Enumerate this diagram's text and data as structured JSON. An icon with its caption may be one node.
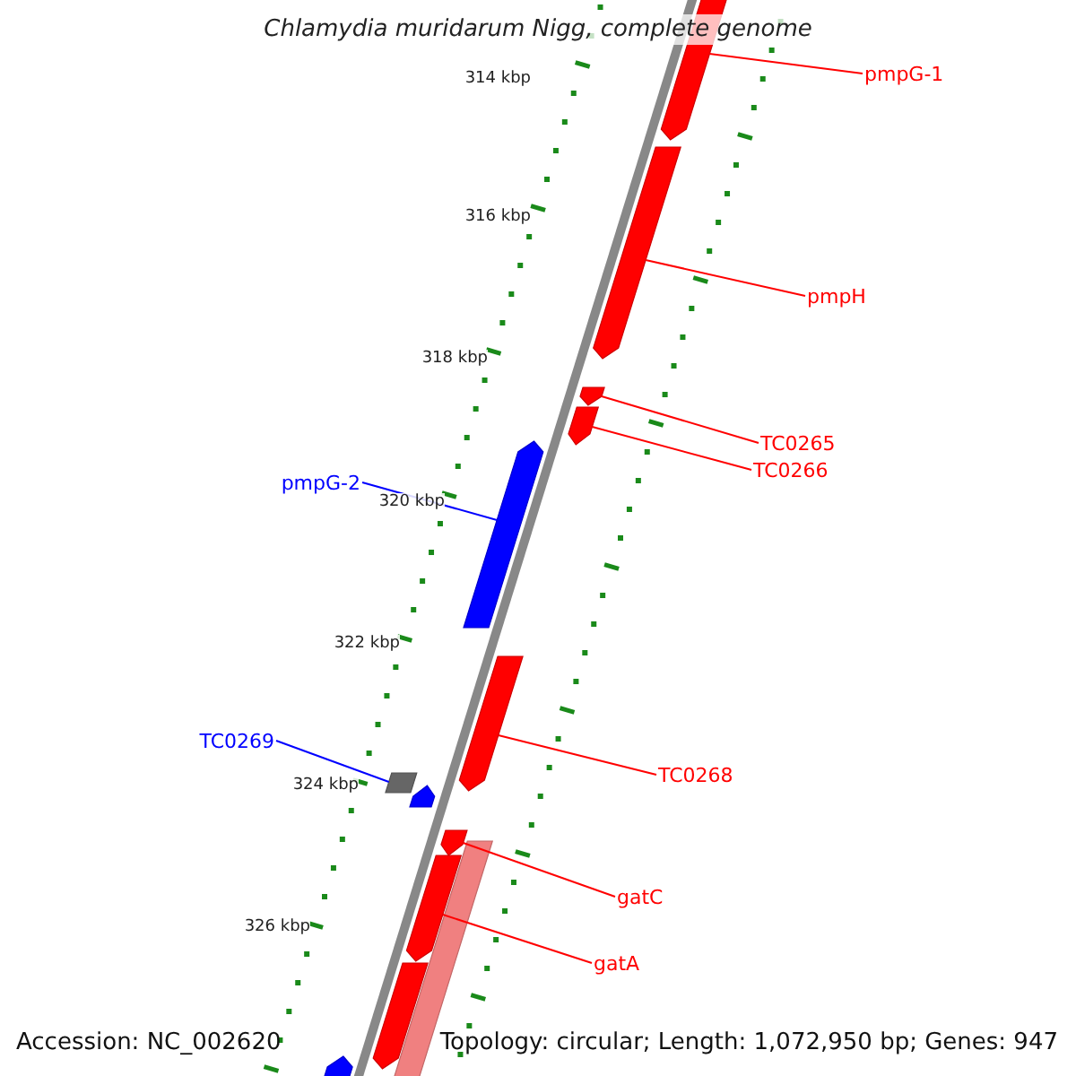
{
  "diagram": {
    "title": "Chlamydia muridarum Nigg, complete genome",
    "nodes": [
      {
        "text": [
          "pmpG-1"
        ]
      },
      {
        "text": [
          "pmpH"
        ]
      },
      {
        "text": [
          "TC0265"
        ]
      },
      {
        "text": [
          "TC0266"
        ]
      },
      {
        "text": [
          "pmpG-2"
        ]
      },
      {
        "text": [
          "TC0268"
        ]
      },
      {
        "text": [
          "TC0269"
        ]
      },
      {
        "text": [
          "gatC"
        ]
      },
      {
        "text": [
          "gatA"
        ]
      },
      {
        "text": [],
        "shape": "arrow"
      },
      {
        "text": [],
        "shape": "arrow"
      },
      {
        "text": [],
        "shape": "arrow"
      },
      {
        "text": [],
        "shape": "arrow"
      },
      {
        "text": [],
        "shape": "arrow"
      },
      {
        "text": [],
        "shape": "arrow"
      },
      {
        "text": [],
        "shape": "bar"
      },
      {
        "text": [],
        "shape": "arrow"
      },
      {
        "text": [],
        "shape": "arrow"
      },
      {
        "text": [],
        "shape": "arrow"
      },
      {
        "text": [],
        "shape": "bar"
      },
      {
        "text": [],
        "shape": "arrow"
      },
      {
        "text": [],
        "shape": "arrow"
      }
    ],
    "edges": [
      {
        "from": 0,
        "to": 9,
        "arrow": "none"
      },
      {
        "from": 1,
        "to": 10,
        "arrow": "none"
      },
      {
        "from": 2,
        "to": 11,
        "arrow": "none"
      },
      {
        "from": 3,
        "to": 12,
        "arrow": "none"
      },
      {
        "from": 4,
        "to": 13,
        "arrow": "none",
        "color": "#0000ff"
      },
      {
        "from": 5,
        "to": 14,
        "arrow": "none"
      },
      {
        "from": 6,
        "to": 15,
        "arrow": "none",
        "color": "#0000ff"
      },
      {
        "from": 7,
        "to": 17,
        "arrow": "none"
      },
      {
        "from": 8,
        "to": 18,
        "arrow": "none"
      }
    ],
    "labels": [
      "314 kbp",
      "316 kbp",
      "318 kbp",
      "320 kbp",
      "322 kbp",
      "324 kbp",
      "326 kbp",
      "Accession: NC_002620",
      "Topology: circular; Length: 1,072,950 bp; Genes: 947"
    ]
  }
}
